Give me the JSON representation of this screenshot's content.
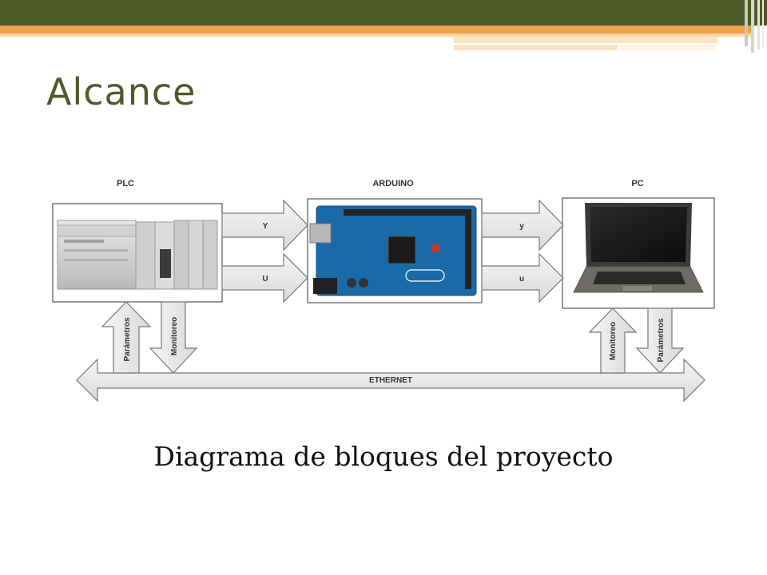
{
  "slide": {
    "title": "Alcance",
    "caption": "Diagrama de bloques del proyecto"
  },
  "blocks": {
    "plc": "PLC",
    "arduino": "ARDUINO",
    "pc": "PC"
  },
  "signals": {
    "plc_to_arduino_top": "Y",
    "plc_to_arduino_bottom": "U",
    "arduino_to_pc_top": "y",
    "arduino_to_pc_bottom": "u",
    "plc_up": "Parámetros",
    "plc_down": "Monitoreo",
    "pc_up": "Monitoreo",
    "pc_down": "Parámetros",
    "bus": "ETHERNET"
  },
  "colors": {
    "header_dark": "#4f5a29",
    "header_orange": "#f0a24a",
    "title": "#4f5a29"
  }
}
